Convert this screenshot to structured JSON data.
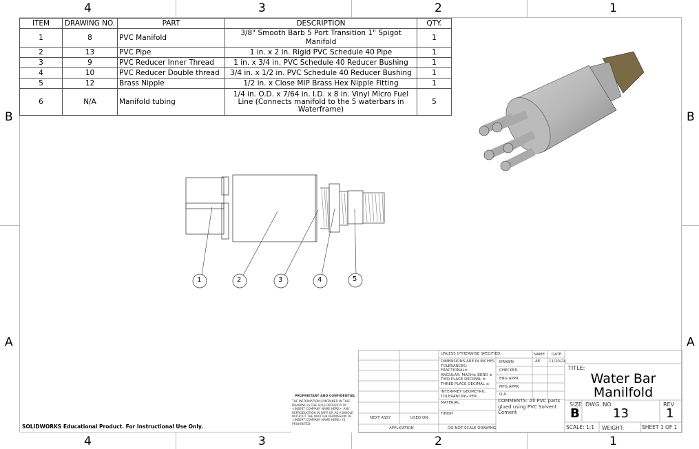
{
  "zones": {
    "top": [
      "4",
      "3",
      "2",
      "1"
    ],
    "bottom": [
      "4",
      "3",
      "2",
      "1"
    ],
    "left": [
      "B",
      "A"
    ],
    "right": [
      "B",
      "A"
    ]
  },
  "bom": {
    "headers": [
      "ITEM",
      "DRAWING NO.",
      "PART",
      "DESCRIPTION",
      "QTY."
    ],
    "rows": [
      [
        "1",
        "8",
        "PVC Manifold",
        "3/8\" Smooth Barb 5 Port Transition 1\" Spigot Manifold",
        "1"
      ],
      [
        "2",
        "13",
        "PVC Pipe",
        "1 in. x 2 in. Rigid PVC Schedule 40 Pipe",
        "1"
      ],
      [
        "3",
        "9",
        "PVC Reducer Inner Thread",
        "1 in. x 3/4 in. PVC Schedule 40 Reducer Bushing",
        "1"
      ],
      [
        "4",
        "10",
        "PVC Reducer Double thread",
        "3/4 in. x 1/2 in. PVC Schedule 40 Reducer Bushing",
        "1"
      ],
      [
        "5",
        "12",
        "Brass Nipple",
        "1/2 in. x Close MIP Brass Hex Nipple Fitting",
        "1"
      ],
      [
        "6",
        "N/A",
        "Manifold tubing",
        "1/4 in. O.D. x 7/64 in. I.D. x 8 in. Vinyl Micro Fuel Line (Connects manifold to the 5 waterbars in Waterframe)",
        "5"
      ]
    ]
  },
  "balloons": [
    "1",
    "2",
    "3",
    "4",
    "5"
  ],
  "title_block": {
    "proprietary_title": "PROPRIETARY AND CONFIDENTIAL",
    "proprietary_text": "THE INFORMATION CONTAINED IN THIS DRAWING IS THE SOLE PROPERTY OF <INSERT COMPANY NAME HERE>. ANY REPRODUCTION IN PART OR AS A WHOLE WITHOUT THE WRITTEN PERMISSION OF <INSERT COMPANY NAME HERE> IS PROHIBITED.",
    "next_assy": "NEXT ASSY",
    "used_on": "USED ON",
    "application": "APPLICATION",
    "unless": "UNLESS OTHERWISE SPECIFIED:",
    "dimensions": "DIMENSIONS ARE IN INCHES",
    "tolerances": "TOLERANCES:",
    "fractional": "FRACTIONAL±",
    "angular": "ANGULAR: MACH±   BEND ±",
    "two_place": "TWO PLACE DECIMAL   ±",
    "three_place": "THREE PLACE DECIMAL  ±",
    "interpret": "INTERPRET GEOMETRIC TOLERANCING PER:",
    "material": "MATERIAL",
    "finish": "FINISH",
    "do_not_scale": "DO NOT SCALE DRAWING",
    "name_hdr": "NAME",
    "date_hdr": "DATE",
    "drawn": "DRAWN",
    "drawn_name": "AE",
    "drawn_date": "11/20/24",
    "checked": "CHECKED",
    "eng_appr": "ENG APPR.",
    "mfg_appr": "MFG APPR.",
    "qa": "Q.A.",
    "comments": "COMMENTS: All PVC parts glued using PVC Solvent Cement",
    "title_label": "TITLE:",
    "title_line1": "Water Bar",
    "title_line2": "Manilfold",
    "size_label": "SIZE",
    "size": "B",
    "dwg_no_label": "DWG.  NO.",
    "dwg_no": "13",
    "rev_label": "REV",
    "rev": "1",
    "scale": "SCALE: 1:1",
    "weight": "WEIGHT:",
    "sheet": "SHEET 1 OF 1"
  },
  "footer": "SOLIDWORKS Educational Product. For Instructional Use Only."
}
